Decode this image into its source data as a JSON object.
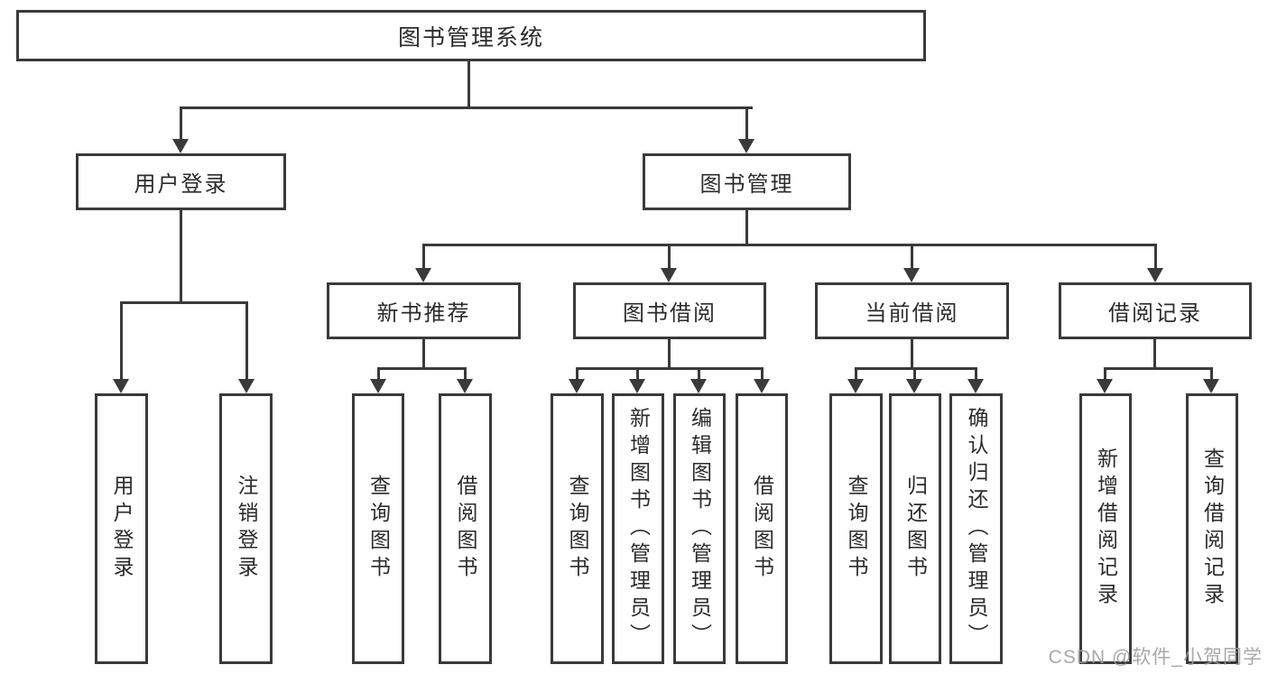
{
  "colors": {
    "line": "#3a3a3a",
    "box_border": "#3a3a3a",
    "text": "#2b2b2b",
    "background": "#ffffff",
    "watermark": "#9e9e9e"
  },
  "tree": {
    "label": "图书管理系统",
    "children": [
      {
        "label": "用户登录",
        "children": [
          {
            "label": "用户登录"
          },
          {
            "label": "注销登录"
          }
        ]
      },
      {
        "label": "图书管理",
        "children": [
          {
            "label": "新书推荐",
            "children": [
              {
                "label": "查询图书"
              },
              {
                "label": "借阅图书"
              }
            ]
          },
          {
            "label": "图书借阅",
            "children": [
              {
                "label": "查询图书"
              },
              {
                "label": "新增图书（管理员）"
              },
              {
                "label": "编辑图书（管理员）"
              },
              {
                "label": "借阅图书"
              }
            ]
          },
          {
            "label": "当前借阅",
            "children": [
              {
                "label": "查询图书"
              },
              {
                "label": "归还图书"
              },
              {
                "label": "确认归还（管理员）"
              }
            ]
          },
          {
            "label": "借阅记录",
            "children": [
              {
                "label": "新增借阅记录"
              },
              {
                "label": "查询借阅记录"
              }
            ]
          }
        ]
      }
    ]
  },
  "watermark": {
    "text": "CSDN @软件_小贺同学"
  }
}
